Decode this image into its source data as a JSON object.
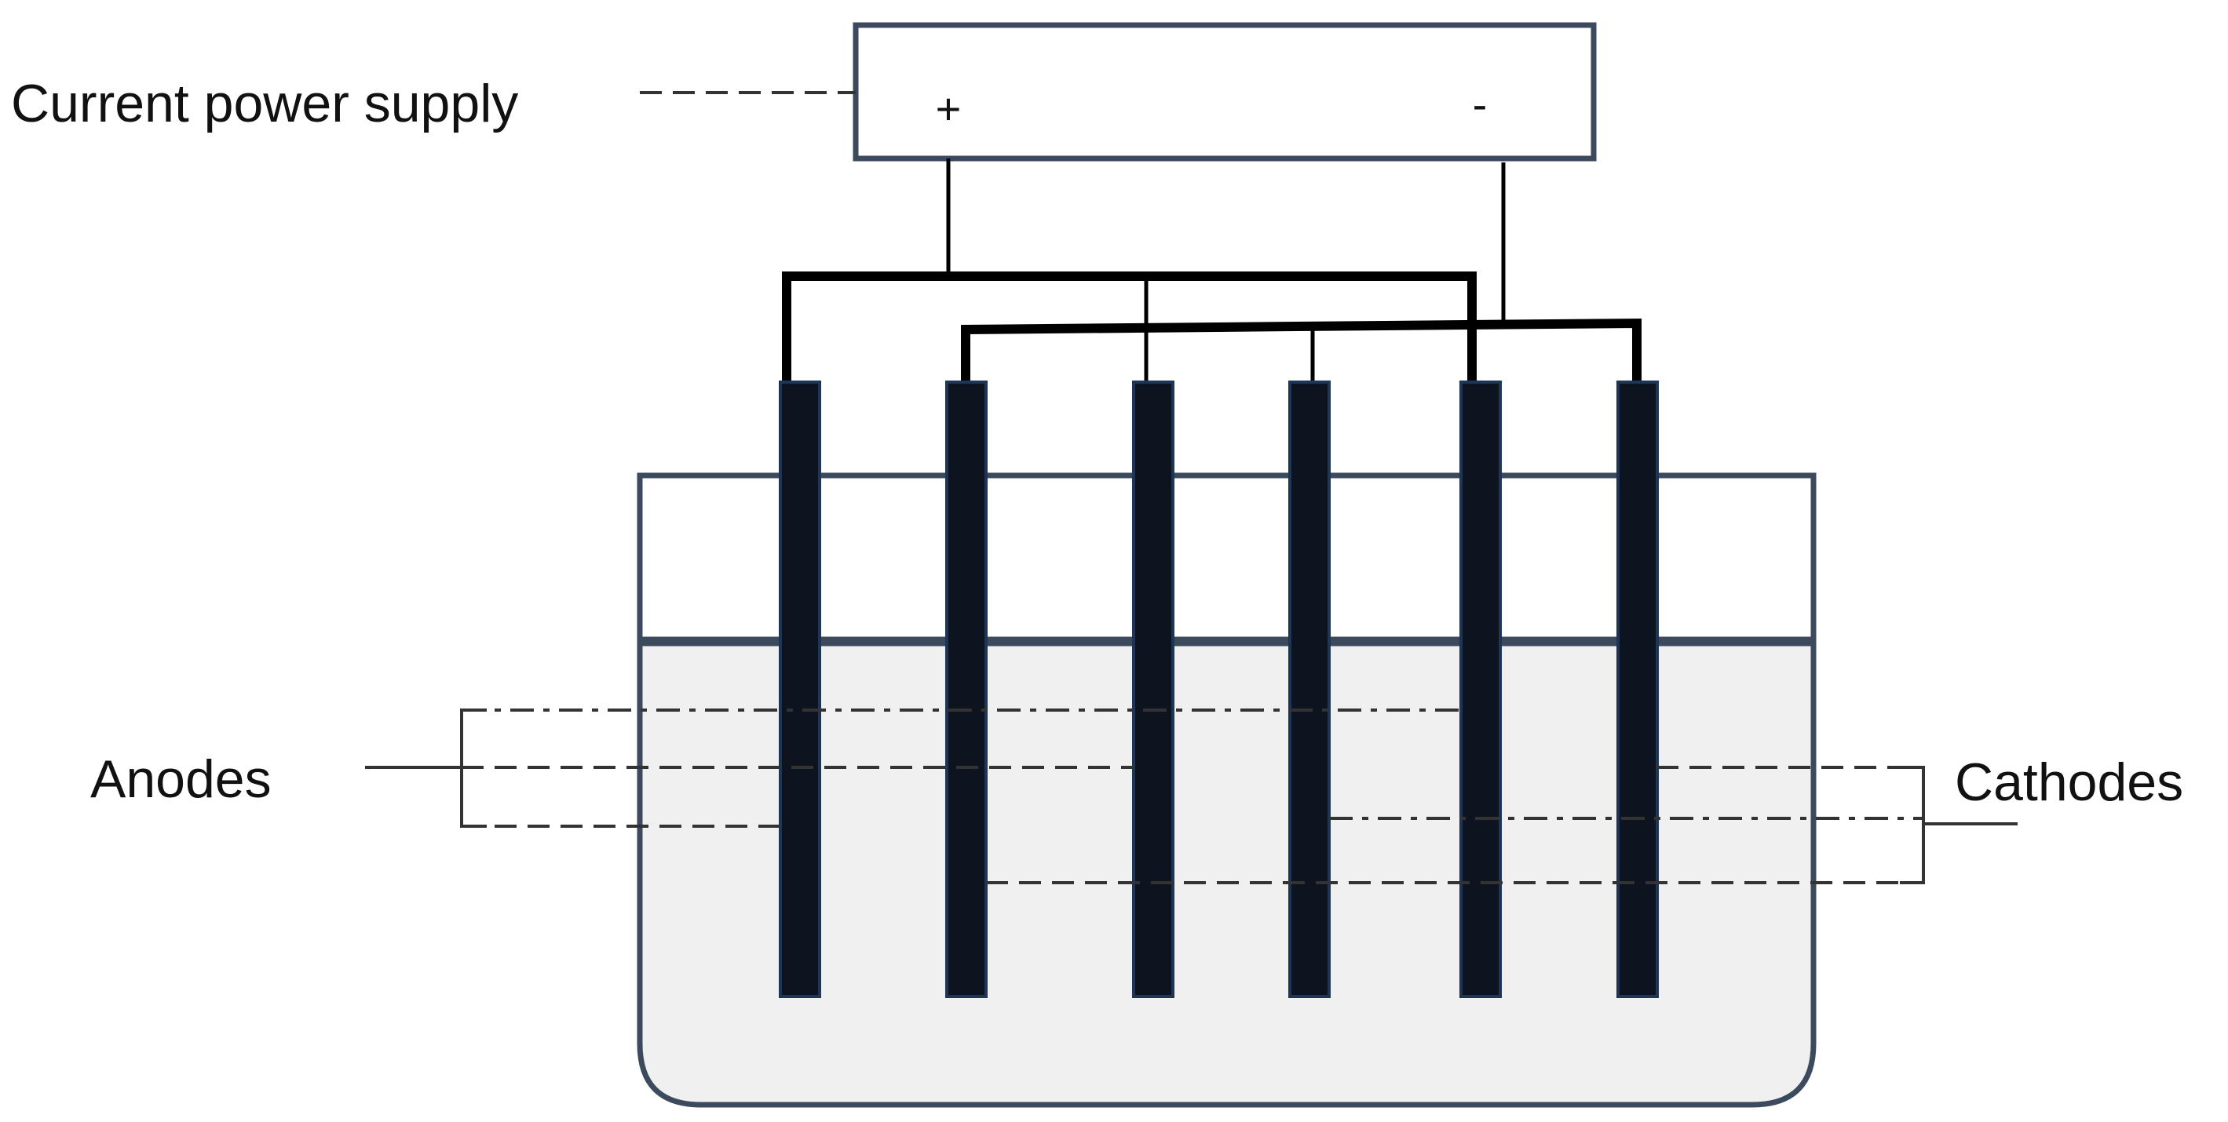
{
  "labels": {
    "power_supply": "Current power supply",
    "plus_terminal": "+",
    "minus_terminal": "-",
    "anodes": "Anodes",
    "cathodes": "Cathodes"
  },
  "colors": {
    "outline": "#3b4a5c",
    "electrode": "#0d1420",
    "electrode_edge": "#1f3556",
    "electrolyte": "#f0f0f0",
    "wire": "#000000",
    "dashed": "#333333"
  },
  "electrodes": [
    {
      "polarity": "anode"
    },
    {
      "polarity": "cathode"
    },
    {
      "polarity": "anode"
    },
    {
      "polarity": "cathode"
    },
    {
      "polarity": "anode"
    },
    {
      "polarity": "cathode"
    }
  ]
}
